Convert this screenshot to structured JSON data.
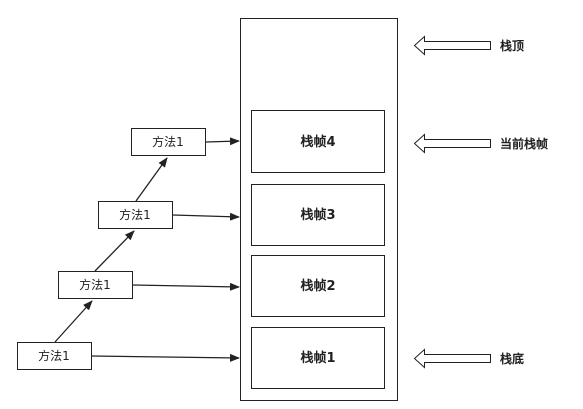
{
  "colors": {
    "stroke": "#222222",
    "background": "#ffffff"
  },
  "stack": {
    "frames": [
      {
        "label": "栈帧4"
      },
      {
        "label": "栈帧3"
      },
      {
        "label": "栈帧2"
      },
      {
        "label": "栈帧1"
      }
    ]
  },
  "methods": [
    {
      "label": "方法1"
    },
    {
      "label": "方法1"
    },
    {
      "label": "方法1"
    },
    {
      "label": "方法1"
    }
  ],
  "pointers": {
    "top": "栈顶",
    "current": "当前栈帧",
    "bottom": "栈底"
  }
}
